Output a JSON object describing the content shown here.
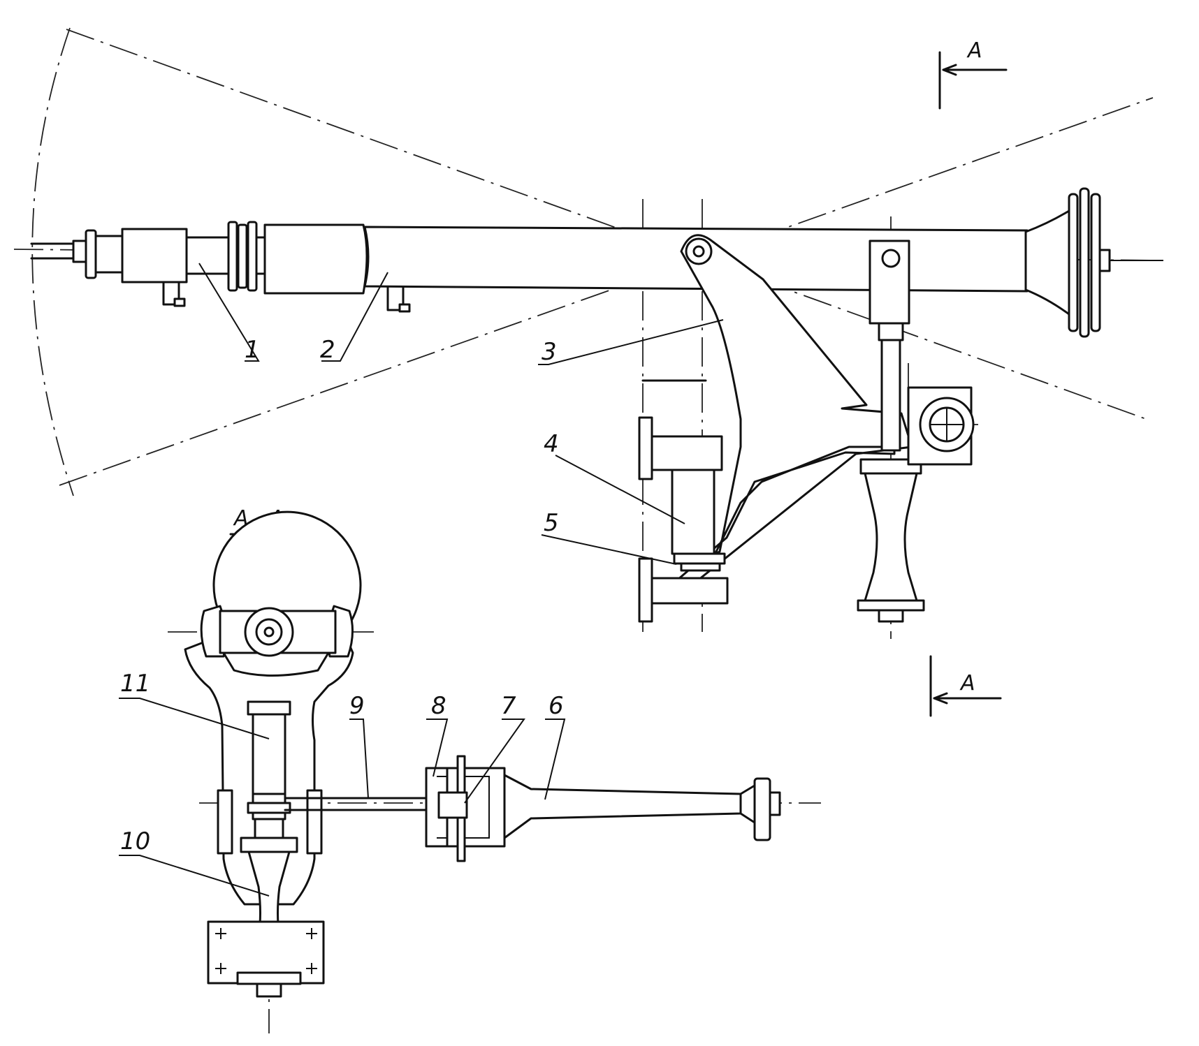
{
  "section_marker": "A",
  "section_title": "A - A",
  "callouts": [
    "1",
    "2",
    "3",
    "4",
    "5",
    "6",
    "7",
    "8",
    "9",
    "10",
    "11"
  ]
}
